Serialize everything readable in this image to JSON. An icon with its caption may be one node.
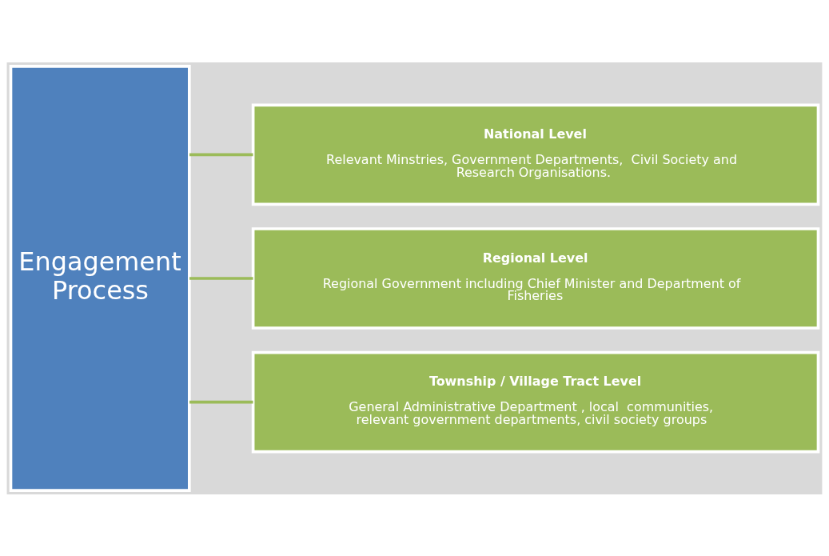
{
  "diagram": {
    "nodes": [
      {
        "text": [
          "Engagement Process"
        ]
      },
      {
        "text": [
          "National Level",
          "Relevant Minstries, Government Departments,  Civil Society and Research Organisations."
        ]
      },
      {
        "text": [
          "Regional Level",
          "Regional Government including Chief Minister and Department of Fisheries"
        ]
      },
      {
        "text": [
          "Township / Village Tract Level",
          "General Administrative Department , local  communities, relevant government departments, civil society groups"
        ]
      }
    ],
    "edges": [
      {
        "from": 0,
        "to": 1,
        "arrow": "none"
      },
      {
        "from": 0,
        "to": 2,
        "arrow": "none"
      },
      {
        "from": 0,
        "to": 3,
        "arrow": "none"
      }
    ]
  }
}
